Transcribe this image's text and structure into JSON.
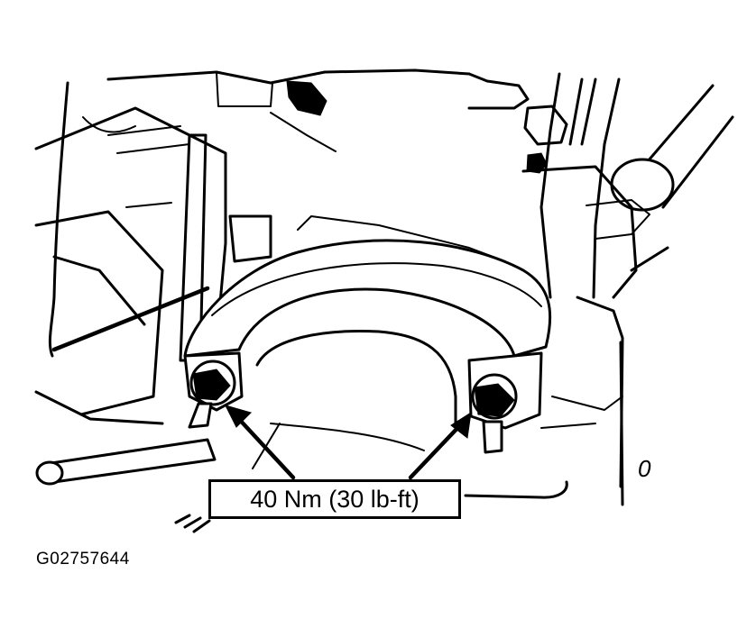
{
  "callout": {
    "torque_label": "40 Nm (30 lb-ft)"
  },
  "figure": {
    "id": "G02757644"
  },
  "annotation": {
    "stray_mark": "0"
  },
  "colors": {
    "ink": "#000000",
    "paper": "#ffffff"
  },
  "icons": {
    "arrows": "arrow-head-icon"
  }
}
